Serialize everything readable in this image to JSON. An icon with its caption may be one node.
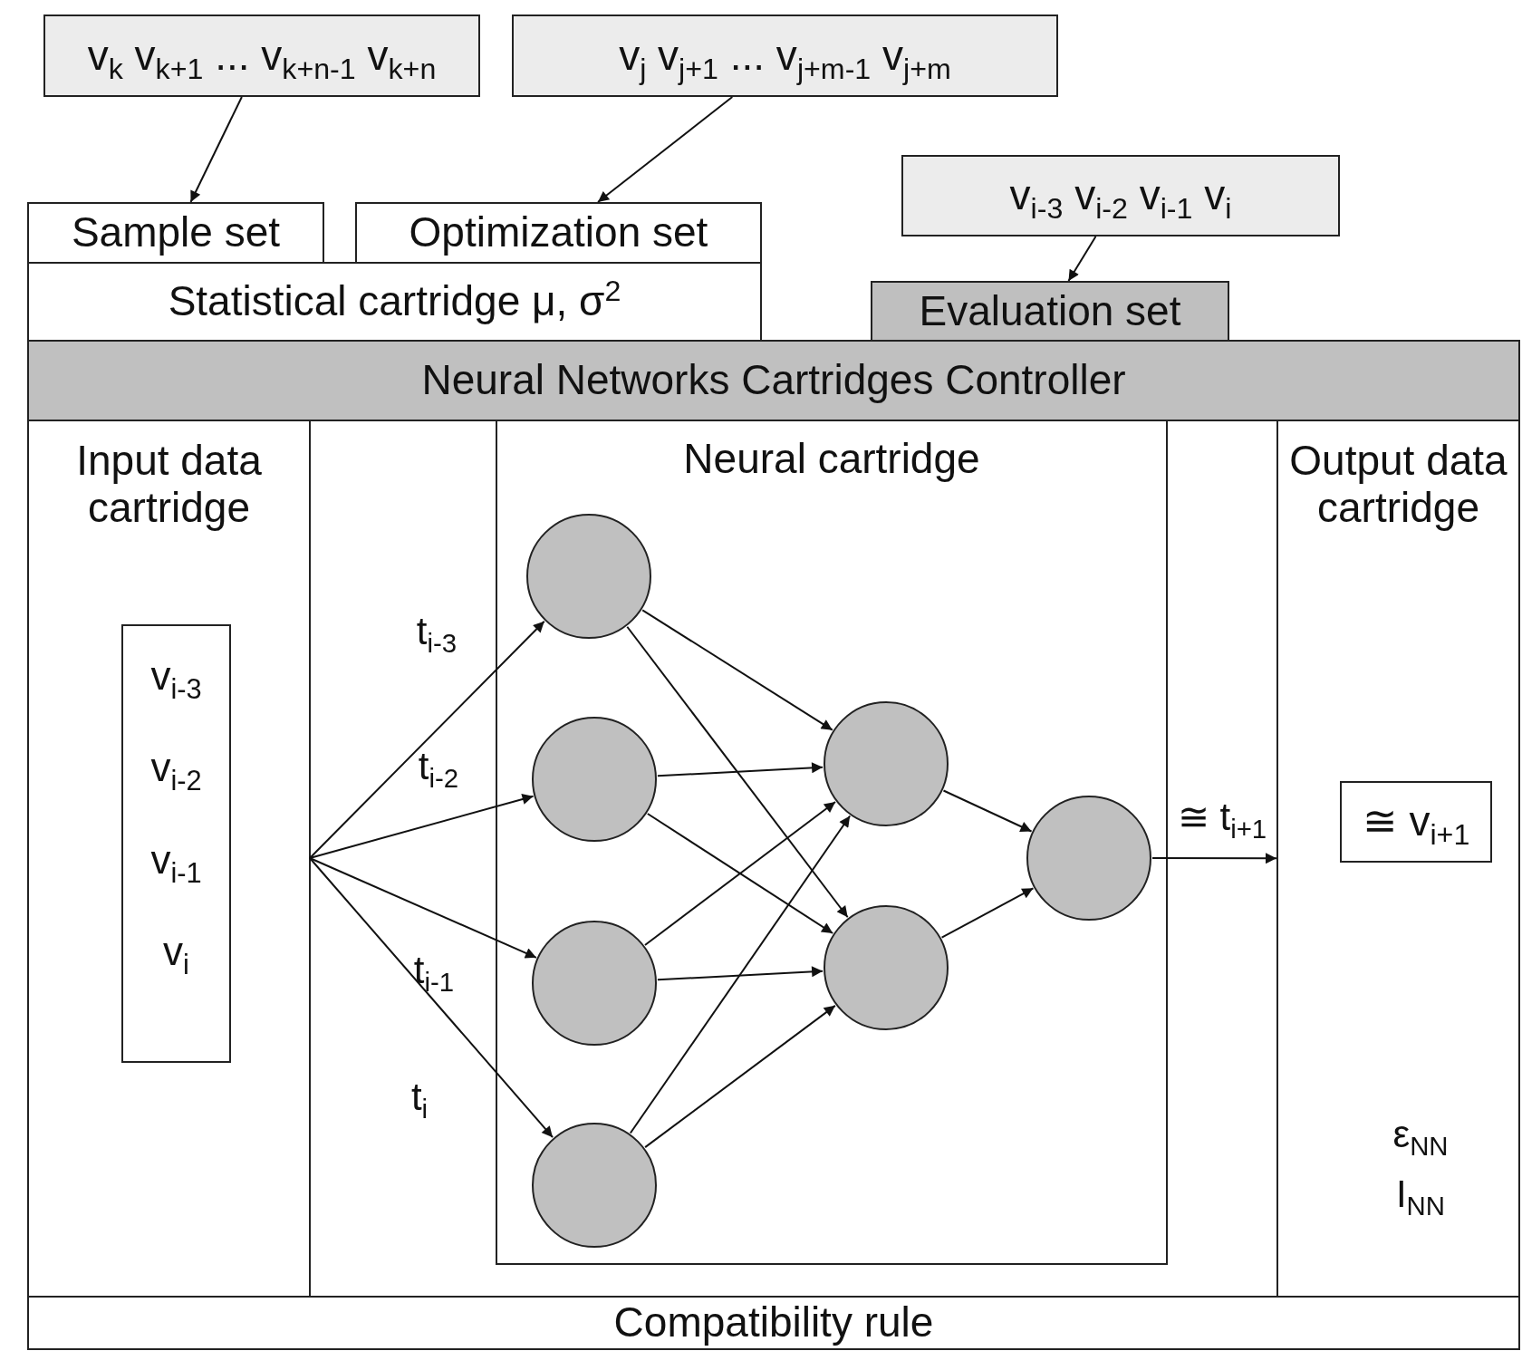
{
  "diagram": {
    "nodes": [
      {
        "text": [
          "v$_{k}$ v$_{k+1}$ ... v$_{k+n-1}$ v$_{k+n}$"
        ]
      },
      {
        "text": [
          "v$_{j}$ v$_{j+1}$ ... v$_{j+m-1}$ v$_{j+m}$"
        ]
      },
      {
        "text": [
          "v$_{i-3}$ v$_{i-2}$ v$_{i-1}$ v$_{i}$"
        ]
      },
      {
        "text": [
          "Sample set"
        ]
      },
      {
        "text": [
          "Optimization set"
        ]
      },
      {
        "text": [
          "Statistical cartridge μ, σ$^{2}$"
        ]
      },
      {
        "text": [
          "Evaluation set"
        ]
      },
      {
        "text": [
          "Neural Networks Cartridges Controller"
        ]
      },
      {
        "text": [
          "Input data cartridge"
        ]
      },
      {
        "text": [
          "v$_{i-3}$",
          "v$_{i-2}$",
          "v$_{i-1}$",
          "v$_{i}$"
        ],
        "in": 8
      },
      {
        "text": [],
        "shape": "box"
      },
      {
        "text": [
          "Neural cartridge"
        ],
        "in": 10
      },
      {
        "text": [],
        "shape": "circle",
        "in": 11
      },
      {
        "text": [],
        "shape": "circle",
        "in": 11
      },
      {
        "text": [],
        "shape": "circle",
        "in": 11
      },
      {
        "text": [],
        "shape": "circle",
        "in": 11
      },
      {
        "text": [],
        "shape": "circle",
        "in": 11
      },
      {
        "text": [],
        "shape": "circle",
        "in": 11
      },
      {
        "text": [],
        "shape": "circle",
        "in": 11
      },
      {
        "text": [
          "Output data cartridge"
        ]
      },
      {
        "text": [
          "≅ v$_{i+1}$"
        ],
        "in": 19
      },
      {
        "text": [
          "Compatibility rule"
        ]
      }
    ],
    "edges": [
      {
        "from": 0,
        "to": 3,
        "arrow": "to"
      },
      {
        "from": 1,
        "to": 4,
        "arrow": "to"
      },
      {
        "from": 2,
        "to": 6,
        "arrow": "to"
      },
      {
        "from": 8,
        "to": 12,
        "arrow": "to",
        "label": "t$_{i-3}$"
      },
      {
        "from": 8,
        "to": 13,
        "arrow": "to",
        "label": "t$_{i-2}$"
      },
      {
        "from": 8,
        "to": 14,
        "arrow": "to",
        "label": "t$_{i-1}$"
      },
      {
        "from": 8,
        "to": 15,
        "arrow": "to",
        "label": "t$_{i}$"
      },
      {
        "from": 12,
        "to": 16,
        "arrow": "to"
      },
      {
        "from": 12,
        "to": 17,
        "arrow": "to"
      },
      {
        "from": 13,
        "to": 16,
        "arrow": "to"
      },
      {
        "from": 13,
        "to": 17,
        "arrow": "to"
      },
      {
        "from": 14,
        "to": 16,
        "arrow": "to"
      },
      {
        "from": 14,
        "to": 17,
        "arrow": "to"
      },
      {
        "from": 15,
        "to": 16,
        "arrow": "to"
      },
      {
        "from": 15,
        "to": 17,
        "arrow": "to"
      },
      {
        "from": 16,
        "to": 18,
        "arrow": "to"
      },
      {
        "from": 17,
        "to": 18,
        "arrow": "to"
      },
      {
        "from": 18,
        "to": 19,
        "arrow": "to",
        "label": "≅ t$_{i+1}$"
      }
    ],
    "labels": [
      "ε$_{NN}$",
      "I$_{NN}$"
    ]
  }
}
